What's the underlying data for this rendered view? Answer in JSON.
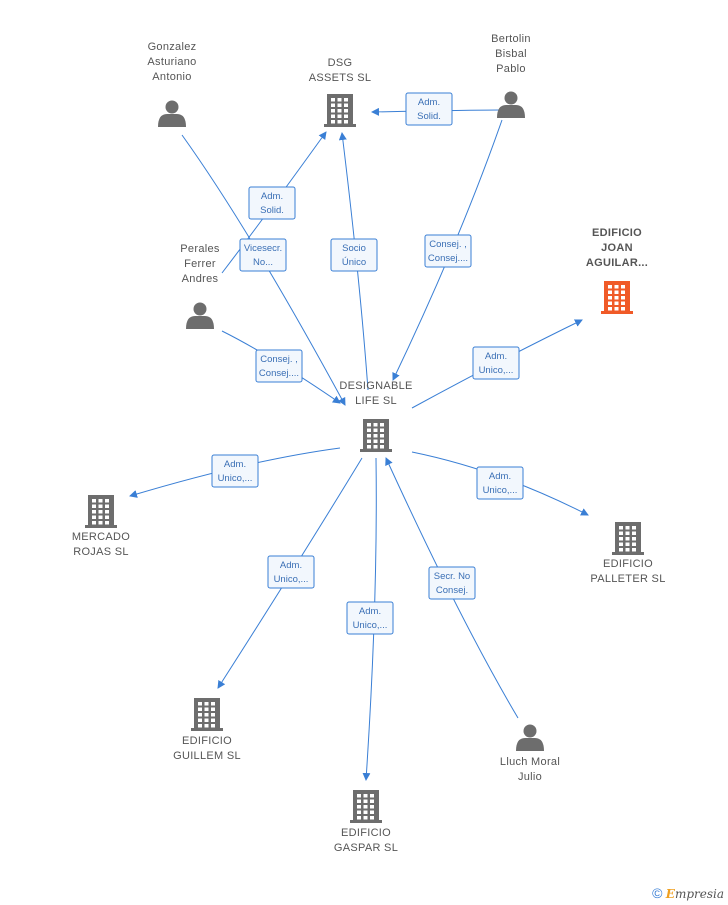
{
  "nodes": [
    {
      "id": "gonzalez",
      "type": "person",
      "label": [
        "Gonzalez",
        "Asturiano",
        "Antonio"
      ]
    },
    {
      "id": "dsg",
      "type": "company",
      "label": [
        "DSG",
        "ASSETS  SL"
      ]
    },
    {
      "id": "bertolin",
      "type": "person",
      "label": [
        "Bertolin",
        "Bisbal",
        "Pablo"
      ]
    },
    {
      "id": "perales",
      "type": "person",
      "label": [
        "Perales",
        "Ferrer",
        "Andres"
      ]
    },
    {
      "id": "edificio_joan",
      "type": "company",
      "focus": true,
      "label": [
        "EDIFICIO",
        "JOAN",
        "AGUILAR..."
      ]
    },
    {
      "id": "designable",
      "type": "company",
      "label": [
        "DESIGNABLE",
        "LIFE  SL"
      ]
    },
    {
      "id": "mercado",
      "type": "company",
      "label": [
        "MERCADO",
        "ROJAS  SL"
      ]
    },
    {
      "id": "palleter",
      "type": "company",
      "label": [
        "EDIFICIO",
        "PALLETER  SL"
      ]
    },
    {
      "id": "guillem",
      "type": "company",
      "label": [
        "EDIFICIO",
        "GUILLEM  SL"
      ]
    },
    {
      "id": "lluch",
      "type": "person",
      "label": [
        "Lluch Moral",
        "Julio"
      ]
    },
    {
      "id": "gaspar",
      "type": "company",
      "label": [
        "EDIFICIO",
        "GASPAR  SL"
      ]
    }
  ],
  "edges": [
    {
      "from": "bertolin",
      "to": "dsg",
      "label": [
        "Adm.",
        "Solid."
      ]
    },
    {
      "from": "perales",
      "to": "dsg",
      "label": [
        "Adm.",
        "Solid."
      ]
    },
    {
      "from": "designable",
      "to": "dsg",
      "label": [
        "Socio",
        "Único"
      ]
    },
    {
      "from": "gonzalez",
      "to": "designable",
      "label": [
        "Vicesecr.",
        "No..."
      ]
    },
    {
      "from": "bertolin",
      "to": "designable",
      "label": [
        "Consej. ,",
        "Consej...."
      ]
    },
    {
      "from": "perales",
      "to": "designable",
      "label": [
        "Consej. ,",
        "Consej...."
      ]
    },
    {
      "from": "designable",
      "to": "edificio_joan",
      "label": [
        "Adm.",
        "Unico,..."
      ]
    },
    {
      "from": "designable",
      "to": "mercado",
      "label": [
        "Adm.",
        "Unico,..."
      ]
    },
    {
      "from": "designable",
      "to": "palleter",
      "label": [
        "Adm.",
        "Unico,..."
      ]
    },
    {
      "from": "designable",
      "to": "guillem",
      "label": [
        "Adm.",
        "Unico,..."
      ]
    },
    {
      "from": "designable",
      "to": "gaspar",
      "label": [
        "Adm.",
        "Unico,..."
      ]
    },
    {
      "from": "lluch",
      "to": "designable",
      "label": [
        "Secr.  No",
        "Consej."
      ]
    }
  ],
  "colors": {
    "edge": "#3a7fd5",
    "icon": "#6d6d6d",
    "focus": "#f05a28"
  },
  "footer": {
    "copyright": "©",
    "brand_initial": "E",
    "brand_rest": "mpresia"
  }
}
